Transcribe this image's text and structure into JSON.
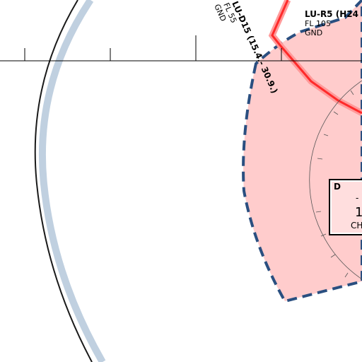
{
  "airspaces": {
    "lu_r5": {
      "name": "LU-R5 (H24",
      "upper": "FL 105",
      "lower": "GND",
      "color": "#ff2a2a"
    },
    "lu_d15": {
      "name": "LU-D15 (15.4.- 30.9.)",
      "upper": "FL 55",
      "lower": "GND",
      "color": "#2a4f80",
      "fill": "#ffcccc"
    },
    "border_color": "#c0d0e0"
  },
  "aerodrome_box": {
    "class": "D",
    "dash": "-",
    "frequency": "1",
    "callsign": "CH"
  }
}
